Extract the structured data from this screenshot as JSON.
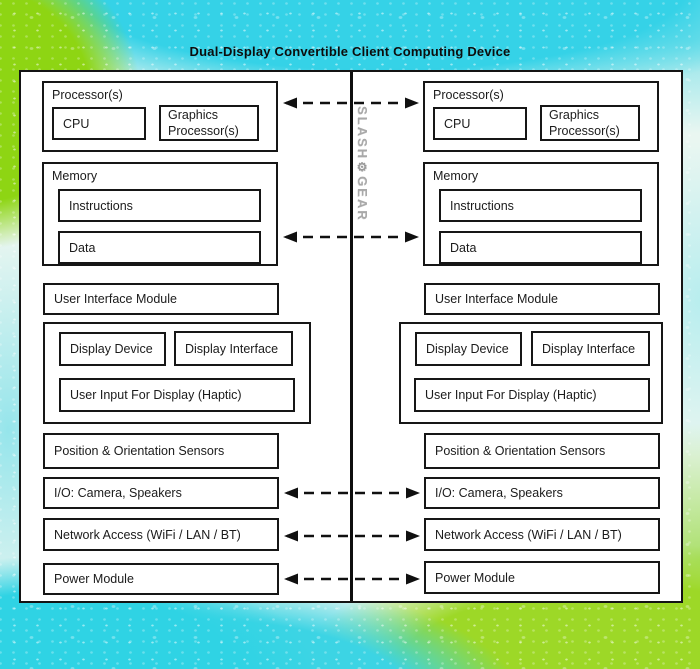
{
  "title": "Dual-Display Convertible Client Computing Device",
  "watermark": {
    "part1": "SLASH",
    "gear_icon": "⚙",
    "part2": "GEAR"
  },
  "colors": {
    "splash_cyan": "#35d2e7",
    "splash_green": "#8ed513",
    "panel_bg": "#ffffff",
    "line_black": "#141414",
    "watermark_gray": "#a9a9a9"
  },
  "left_device": {
    "processor": {
      "label": "Processor(s)",
      "cpu_label": "CPU",
      "graphics_label": "Graphics Processor(s)"
    },
    "memory": {
      "label": "Memory",
      "instructions_label": "Instructions",
      "data_label": "Data"
    },
    "ui_module_label": "User Interface Module",
    "display": {
      "device_label": "Display Device",
      "interface_label": "Display Interface",
      "user_input_label": "User Input For Display (Haptic)"
    },
    "sensors_label": "Position & Orientation Sensors",
    "io_label": "I/O: Camera, Speakers",
    "network_label": "Network Access (WiFi / LAN / BT)",
    "power_label": "Power Module"
  },
  "right_device": {
    "processor": {
      "label": "Processor(s)",
      "cpu_label": "CPU",
      "graphics_label": "Graphics Processor(s)"
    },
    "memory": {
      "label": "Memory",
      "instructions_label": "Instructions",
      "data_label": "Data"
    },
    "ui_module_label": "User Interface Module",
    "display": {
      "device_label": "Display Device",
      "interface_label": "Display Interface",
      "user_input_label": "User Input For Display (Haptic)"
    },
    "sensors_label": "Position & Orientation Sensors",
    "io_label": "I/O: Camera, Speakers",
    "network_label": "Network Access (WiFi / LAN / BT)",
    "power_label": "Power Module"
  },
  "connections": [
    "processors-link",
    "memory-data-link",
    "io-link",
    "network-link",
    "power-link"
  ]
}
